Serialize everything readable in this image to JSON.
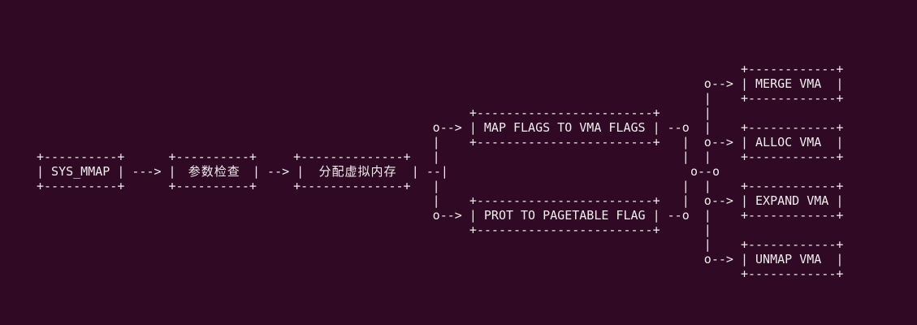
{
  "diagram": {
    "colors": {
      "background": "#300a24",
      "foreground": "#eeeeec"
    },
    "lines": [
      "                                                                                                +------------+",
      "                                                                                           o--> | MERGE VMA  |",
      "                                                                                           |    +------------+",
      "                                                           +------------------------+      |",
      "                                                      o--> | MAP FLAGS TO VMA FLAGS | --o  |    +------------+",
      "                                                      |    +------------------------+   |  o--> | ALLOC VMA  |",
      "+----------+      +----------+     +--------------+   |                                 |  |    +------------+",
      null,
      "+----------+      +----------+     +--------------+   |                                 |  |    +------------+",
      "                                                      |    +------------------------+   |  o--> | EXPAND VMA |",
      "                                                      o--> | PROT TO PAGETABLE FLAG | --o  |    +------------+",
      "                                                           +------------------------+      |",
      "                                                                                           |    +------------+",
      "                                                                                           o--> | UNMAP VMA  |",
      "                                                                                                +------------+"
    ],
    "middle_row": {
      "seg1": "| SYS_MMAP | ---> | ",
      "box2_label": "参数检查",
      "seg2": " | --> | ",
      "box3_label": "分配虚拟内存",
      "seg3": " | --|                                 o--o"
    },
    "nodes": [
      "SYS_MMAP",
      "参数检查",
      "分配虚拟内存",
      "MAP FLAGS TO VMA FLAGS",
      "PROT TO PAGETABLE FLAG",
      "MERGE VMA",
      "ALLOC VMA",
      "EXPAND VMA",
      "UNMAP VMA"
    ]
  }
}
